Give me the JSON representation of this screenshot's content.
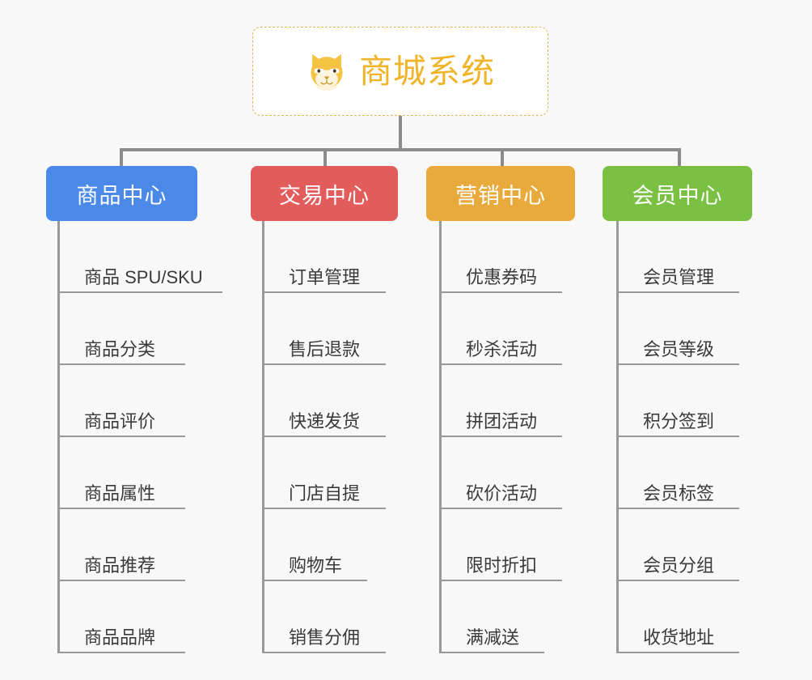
{
  "diagram": {
    "background_color": "#f8f8f8",
    "root": {
      "title": "商城系统",
      "icon": "shiba-dog-face-icon",
      "title_color": "#f0b429",
      "border_color": "#e6b45a",
      "background_color": "#ffffff"
    },
    "connector_color": "#8c8c8c",
    "leaf_line_color": "#999999",
    "leaf_text_color": "#3a3a3a",
    "columns": [
      {
        "title": "商品中心",
        "color": "#4a89e8",
        "items": [
          "商品 SPU/SKU",
          "商品分类",
          "商品评价",
          "商品属性",
          "商品推荐",
          "商品品牌"
        ]
      },
      {
        "title": "交易中心",
        "color": "#e25c5c",
        "items": [
          "订单管理",
          "售后退款",
          "快递发货",
          "门店自提",
          "购物车",
          "销售分佣"
        ]
      },
      {
        "title": "营销中心",
        "color": "#e8a93d",
        "items": [
          "优惠券码",
          "秒杀活动",
          "拼团活动",
          "砍价活动",
          "限时折扣",
          "满减送"
        ]
      },
      {
        "title": "会员中心",
        "color": "#7ac043",
        "items": [
          "会员管理",
          "会员等级",
          "积分签到",
          "会员标签",
          "会员分组",
          "收货地址"
        ]
      }
    ]
  }
}
